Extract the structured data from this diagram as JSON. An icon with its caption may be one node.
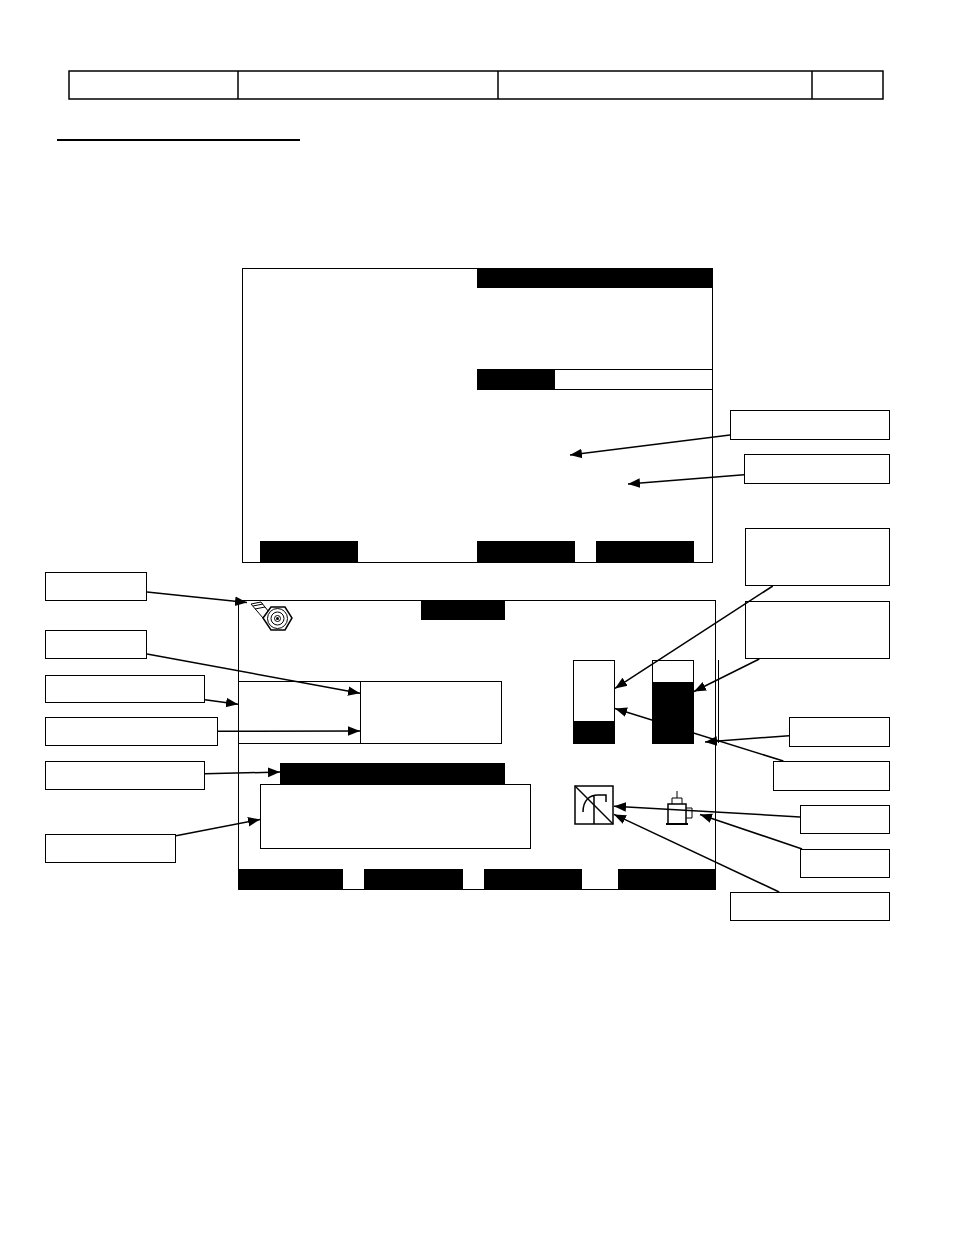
{
  "diagram": {
    "nodes": [
      {
        "text": [],
        "shape": "box"
      },
      {
        "text": [],
        "shape": "box"
      },
      {
        "text": [],
        "shape": "box"
      },
      {
        "text": [],
        "shape": "box"
      },
      {
        "text": [],
        "shape": "box"
      },
      {
        "text": [],
        "shape": "box"
      },
      {
        "text": [],
        "shape": "box"
      },
      {
        "text": [],
        "shape": "box"
      },
      {
        "text": [],
        "shape": "box"
      },
      {
        "text": [],
        "shape": "box"
      },
      {
        "text": [],
        "shape": "box"
      },
      {
        "text": [],
        "shape": "box"
      },
      {
        "text": [],
        "shape": "box"
      },
      {
        "text": [],
        "shape": "box"
      },
      {
        "text": [],
        "shape": "box"
      },
      {
        "text": [],
        "shape": "box"
      },
      {
        "text": [],
        "shape": "bar",
        "in": 15
      },
      {
        "text": [],
        "shape": "bar",
        "in": 15
      },
      {
        "text": [],
        "shape": "bar",
        "in": 15
      },
      {
        "text": [],
        "shape": "bar",
        "in": 15
      },
      {
        "text": [],
        "shape": "bar",
        "in": 15
      },
      {
        "text": [],
        "shape": "box"
      },
      {
        "text": [],
        "shape": "picture",
        "in": 21
      },
      {
        "text": [],
        "shape": "bar",
        "in": 21
      },
      {
        "text": [],
        "shape": "box",
        "in": 21
      },
      {
        "text": [],
        "shape": "box",
        "in": 21
      },
      {
        "text": [],
        "shape": "bar",
        "in": 21
      },
      {
        "text": [],
        "shape": "bar",
        "in": 21
      },
      {
        "text": [],
        "shape": "bar",
        "in": 21
      },
      {
        "text": [],
        "shape": "box",
        "in": 21
      },
      {
        "text": [],
        "shape": "picture",
        "in": 21
      },
      {
        "text": [],
        "shape": "picture",
        "in": 21
      },
      {
        "text": [],
        "shape": "bar",
        "in": 21
      },
      {
        "text": [],
        "shape": "bar",
        "in": 21
      },
      {
        "text": [],
        "shape": "bar",
        "in": 21
      },
      {
        "text": [],
        "shape": "bar",
        "in": 21
      }
    ],
    "edges": [
      {
        "from": 0,
        "to": 22,
        "arrow": "to"
      },
      {
        "from": 1,
        "to": 25,
        "arrow": "to"
      },
      {
        "from": 2,
        "to": 24,
        "arrow": "to"
      },
      {
        "from": 3,
        "to": 25,
        "arrow": "to"
      },
      {
        "from": 4,
        "to": 28,
        "arrow": "to"
      },
      {
        "from": 5,
        "to": 29,
        "arrow": "to"
      },
      {
        "from": 6,
        "to": 15,
        "arrow": "to"
      },
      {
        "from": 7,
        "to": 15,
        "arrow": "to"
      },
      {
        "from": 8,
        "to": 26,
        "arrow": "to"
      },
      {
        "from": 9,
        "to": 27,
        "arrow": "to"
      },
      {
        "from": 10,
        "to": 21,
        "arrow": "to"
      },
      {
        "from": 11,
        "to": 26,
        "arrow": "to"
      },
      {
        "from": 12,
        "to": 30,
        "arrow": "to"
      },
      {
        "from": 13,
        "to": 31,
        "arrow": "to"
      },
      {
        "from": 14,
        "to": 30,
        "arrow": "to"
      }
    ]
  }
}
